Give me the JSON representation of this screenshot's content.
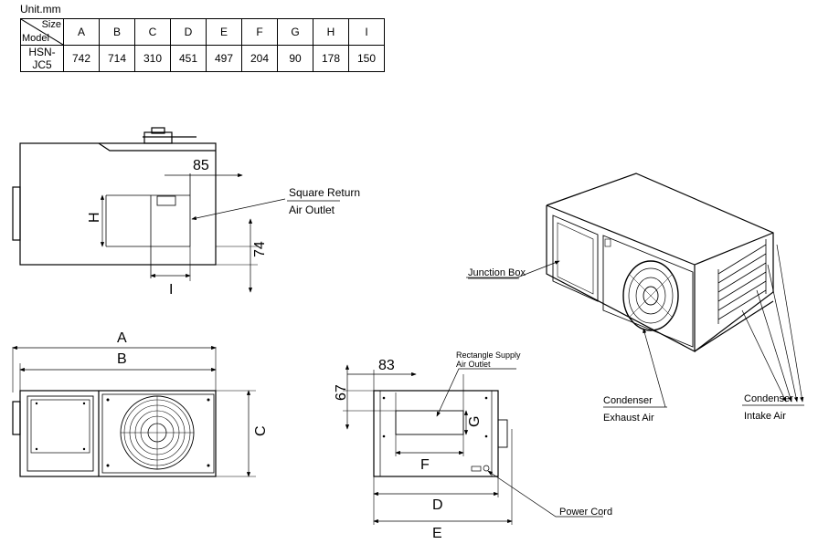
{
  "unit_label": "Unit.mm",
  "table": {
    "size_header": "Size",
    "model_header": "Model",
    "columns": [
      "A",
      "B",
      "C",
      "D",
      "E",
      "F",
      "G",
      "H",
      "I"
    ],
    "rows": [
      {
        "model": "HSN-JC5",
        "values": [
          "742",
          "714",
          "310",
          "451",
          "497",
          "204",
          "90",
          "178",
          "150"
        ]
      }
    ]
  },
  "dims": {
    "d85": "85",
    "d74": "74",
    "dH": "H",
    "dI": "I",
    "dA": "A",
    "dB": "B",
    "dC": "C",
    "d83": "83",
    "d67": "67",
    "dG": "G",
    "dF": "F",
    "dD": "D",
    "dE": "E"
  },
  "labels": {
    "square_return_1": "Square Return",
    "square_return_2": "Air Outlet",
    "rect_supply_1": "Rectangle Supply",
    "rect_supply_2": "Air Outlet",
    "junction_box": "Junction Box",
    "power_cord": "Power Cord",
    "cond_exhaust_1": "Condenser",
    "cond_exhaust_2": "Exhaust Air",
    "cond_intake_1": "Condenser",
    "cond_intake_2": "Intake Air"
  }
}
